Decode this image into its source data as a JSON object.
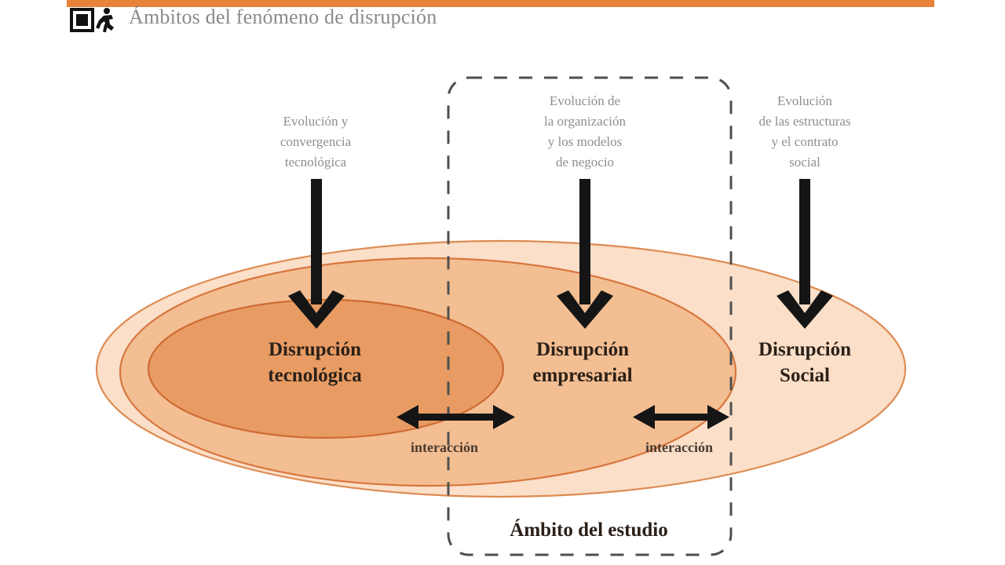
{
  "header": {
    "title": "Ámbitos del fenómeno de disrupción",
    "icon": "qr-runner-icon",
    "bar_color": "#E8813A",
    "title_color": "#8a8a8a"
  },
  "diagram": {
    "type": "venn-nested-ellipses",
    "colors": {
      "ellipse_outer_fill": "#FBDFC8",
      "ellipse_middle_fill": "#F3BE92",
      "ellipse_inner_fill": "#E89C63",
      "ellipse_stroke": "#D8713A",
      "arrow": "#151515",
      "dashed_box": "#555555"
    },
    "captions": [
      {
        "name": "tech",
        "text": "Evolución y\nconvergencia\ntecnológica"
      },
      {
        "name": "organization",
        "text": "Evolución de\nla organización\ny los modelos\nde negocio"
      },
      {
        "name": "social",
        "text": "Evolución\nde las estructuras\ny el contrato\nsocial"
      }
    ],
    "zones": [
      {
        "name": "technological",
        "text": "Disrupción\ntecnológica"
      },
      {
        "name": "business",
        "text": "Disrupción\nempresarial"
      },
      {
        "name": "social",
        "text": "Disrupción\nSocial"
      }
    ],
    "interactions": [
      {
        "name": "tech-business",
        "label": "interacción"
      },
      {
        "name": "business-social",
        "label": "interacción"
      }
    ],
    "scope": {
      "label": "Ámbito del estudio"
    }
  }
}
